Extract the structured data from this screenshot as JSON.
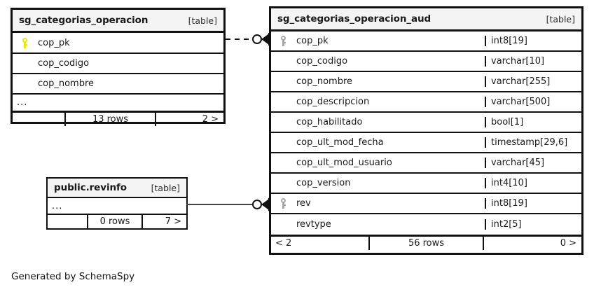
{
  "diagram": {
    "footer_caption": "Generated by SchemaSpy",
    "table_tag": "[table]",
    "ellipsis": "...",
    "key_icon_name": "primary-key-icon",
    "colors": {
      "border": "#111111",
      "header_bg": "#f4f4f4",
      "key_primary": "#e8e80d",
      "key_secondary": "#a6a6a6",
      "background": "#ffffff"
    }
  },
  "tables": [
    {
      "id": "sg_categorias_operacion",
      "title": "sg_categorias_operacion",
      "type_tag": "[table]",
      "columns": [
        {
          "name": "cop_pk",
          "key": "primary",
          "type": ""
        },
        {
          "name": "cop_codigo",
          "key": "none",
          "type": ""
        },
        {
          "name": "cop_nombre",
          "key": "none",
          "type": ""
        }
      ],
      "ellipsis_row": "...",
      "footer": {
        "left": "",
        "middle": "13 rows",
        "right": "2 >"
      }
    },
    {
      "id": "public_revinfo",
      "title": "public.revinfo",
      "type_tag": "[table]",
      "columns": [],
      "ellipsis_row": "...",
      "footer": {
        "left": "",
        "middle": "0 rows",
        "right": "7 >"
      }
    },
    {
      "id": "sg_categorias_operacion_aud",
      "title": "sg_categorias_operacion_aud",
      "type_tag": "[table]",
      "columns": [
        {
          "name": "cop_pk",
          "key": "primary",
          "type": "int8[19]"
        },
        {
          "name": "cop_codigo",
          "key": "none",
          "type": "varchar[10]"
        },
        {
          "name": "cop_nombre",
          "key": "none",
          "type": "varchar[255]"
        },
        {
          "name": "cop_descripcion",
          "key": "none",
          "type": "varchar[500]"
        },
        {
          "name": "cop_habilitado",
          "key": "none",
          "type": "bool[1]"
        },
        {
          "name": "cop_ult_mod_fecha",
          "key": "none",
          "type": "timestamp[29,6]"
        },
        {
          "name": "cop_ult_mod_usuario",
          "key": "none",
          "type": "varchar[45]"
        },
        {
          "name": "cop_version",
          "key": "none",
          "type": "int4[10]"
        },
        {
          "name": "rev",
          "key": "primary",
          "type": "int8[19]"
        },
        {
          "name": "revtype",
          "key": "none",
          "type": "int2[5]"
        }
      ],
      "ellipsis_row": null,
      "footer": {
        "left": "< 2",
        "middle": "56 rows",
        "right": "0 >"
      }
    }
  ],
  "relationships": [
    {
      "id": "rel-cop-pk",
      "from": "sg_categorias_operacion.cop_pk",
      "to": "sg_categorias_operacion_aud.cop_pk",
      "style": "dashed",
      "source_marker": "none",
      "target_marker": "crows-foot-circle"
    },
    {
      "id": "rel-revinfo-rev",
      "from": "public.revinfo",
      "to": "sg_categorias_operacion_aud.rev",
      "style": "solid",
      "source_marker": "none",
      "target_marker": "crows-foot-circle"
    }
  ]
}
